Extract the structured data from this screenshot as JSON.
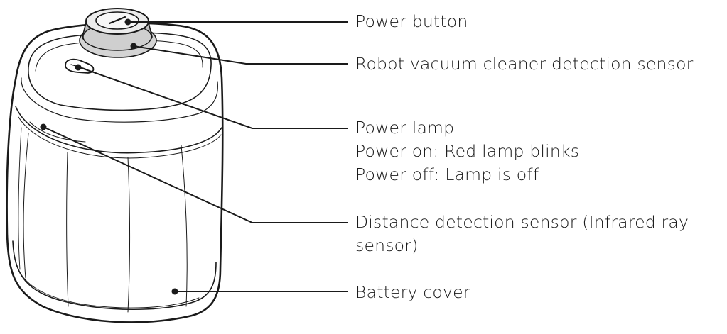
{
  "callouts": {
    "power_button": {
      "label": "Power button"
    },
    "robot_sensor": {
      "label": "Robot vacuum cleaner detection sensor"
    },
    "power_lamp": {
      "title": "Power lamp",
      "line_on": "Power on: Red lamp blinks",
      "line_off": "Power off: Lamp is off"
    },
    "distance_sensor": {
      "line_1": "Distance detection sensor (Infrared ray",
      "line_2": "sensor)"
    },
    "battery_cover": {
      "label": "Battery cover"
    }
  },
  "colors": {
    "stroke": "#1a1a1a",
    "body_fill": "#ffffff",
    "button_ring": "#d4d4d4",
    "button_ring_dark": "#bdbdbd",
    "button_top": "#ececec"
  }
}
